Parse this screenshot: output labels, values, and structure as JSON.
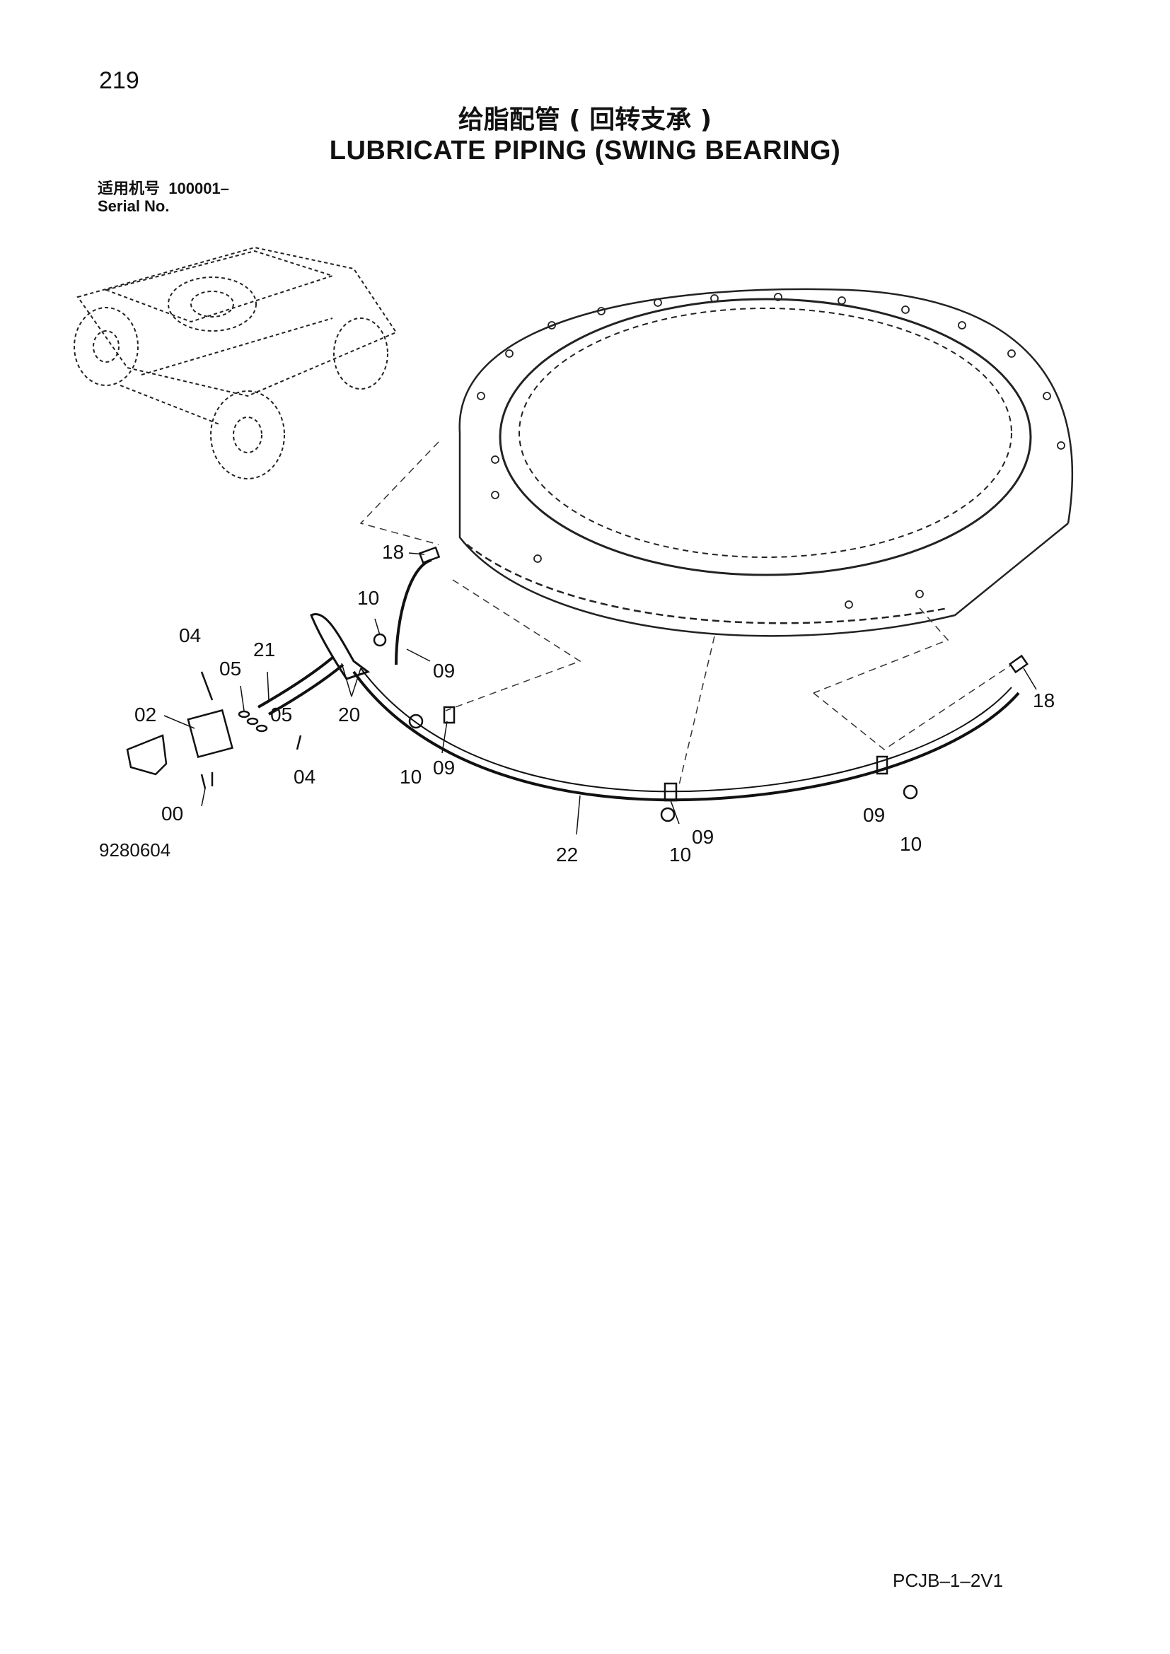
{
  "header": {
    "page_number": "219",
    "title_cn": "给脂配管 ( 回转支承 )",
    "title_en": "LUBRICATE PIPING (SWING BEARING)",
    "serial_label_cn": "适用机号",
    "serial_value": "100001–",
    "serial_label_en": "Serial No."
  },
  "diagram": {
    "callouts": [
      {
        "id": "c-18a",
        "text": "18"
      },
      {
        "id": "c-10a",
        "text": "10"
      },
      {
        "id": "c-04a",
        "text": "04"
      },
      {
        "id": "c-21",
        "text": "21"
      },
      {
        "id": "c-05a",
        "text": "05"
      },
      {
        "id": "c-09a",
        "text": "09"
      },
      {
        "id": "c-02",
        "text": "02"
      },
      {
        "id": "c-05b",
        "text": "05"
      },
      {
        "id": "c-20",
        "text": "20"
      },
      {
        "id": "c-04b",
        "text": "04"
      },
      {
        "id": "c-10b",
        "text": "10"
      },
      {
        "id": "c-09b",
        "text": "09"
      },
      {
        "id": "c-00",
        "text": "00"
      },
      {
        "id": "c-18b",
        "text": "18"
      },
      {
        "id": "c-09c",
        "text": "09"
      },
      {
        "id": "c-09d",
        "text": "09"
      },
      {
        "id": "c-10c",
        "text": "10"
      },
      {
        "id": "c-22",
        "text": "22"
      },
      {
        "id": "c-10d",
        "text": "10"
      }
    ]
  },
  "footer": {
    "drawing_number": "9280604",
    "document_code": "PCJB–1–2V1"
  }
}
